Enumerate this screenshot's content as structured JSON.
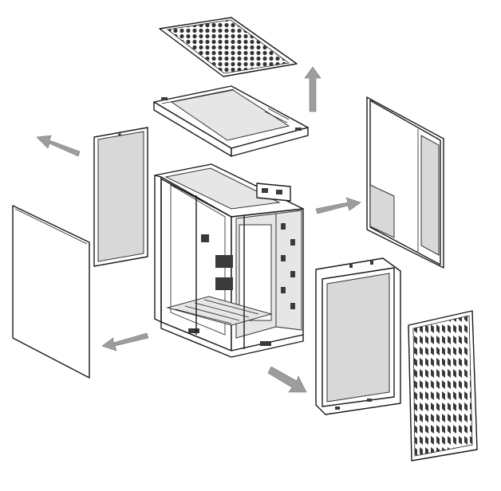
{
  "diagram": {
    "parts": [
      {
        "id": "top-mesh-filter"
      },
      {
        "id": "top-cover-panel"
      },
      {
        "id": "left-dust-filter"
      },
      {
        "id": "left-side-panel"
      },
      {
        "id": "chassis-frame"
      },
      {
        "id": "rear-side-panel"
      },
      {
        "id": "front-panel"
      },
      {
        "id": "front-mesh-filter"
      }
    ],
    "arrows": [
      {
        "id": "arrow-up",
        "direction": "up"
      },
      {
        "id": "arrow-upper-left",
        "direction": "up-left"
      },
      {
        "id": "arrow-right",
        "direction": "right"
      },
      {
        "id": "arrow-left",
        "direction": "left"
      },
      {
        "id": "arrow-down-right",
        "direction": "down-right"
      }
    ],
    "colors": {
      "line": "#1a1a1a",
      "arrow": "#a6a6a6",
      "fill": "#e6e6e6"
    }
  }
}
